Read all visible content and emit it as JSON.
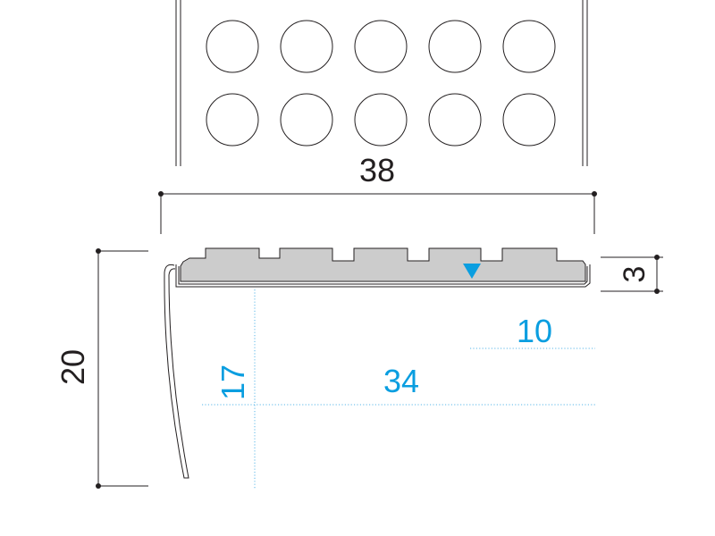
{
  "dimensions": {
    "width_top": "38",
    "height_left": "20",
    "thickness_right": "3",
    "inner_height": "17",
    "inner_width": "34",
    "inner_small": "10"
  },
  "colors": {
    "line": "#231f20",
    "accent": "#0a9ee0",
    "insert_fill": "#cccccc",
    "guide": "#58b7e8"
  }
}
